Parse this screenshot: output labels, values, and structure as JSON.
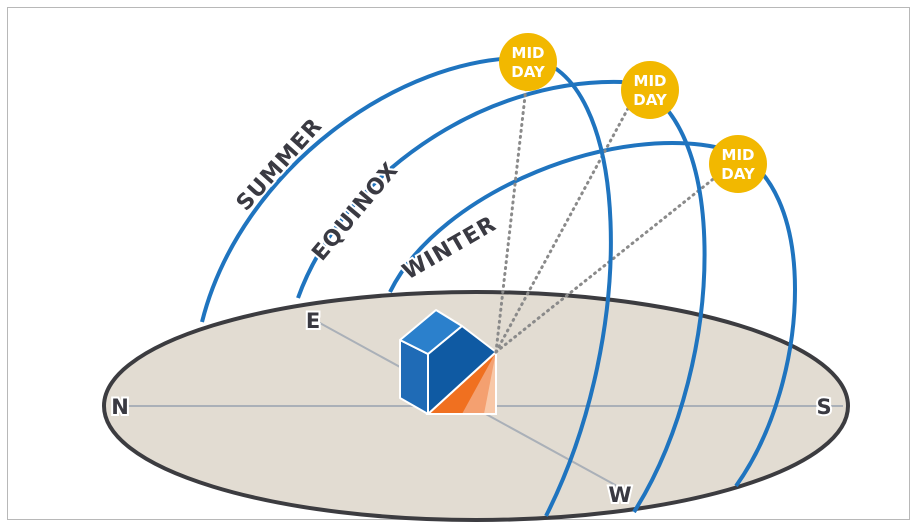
{
  "colors": {
    "arc": "#1f74bf",
    "ground_fill": "#e2dcd2",
    "ground_stroke": "#3c3c40",
    "sun": "#f2b800",
    "sun_text": "#ffffff",
    "label_text": "#3a3a42",
    "ray": "#8a8a8a",
    "house_front": "#1f6bb6",
    "house_side": "#0f5aa3",
    "house_roof": "#2b80cc",
    "shadow_dark": "#f07020",
    "shadow_mid": "#f4a070",
    "shadow_light": "#f8c8a8",
    "axis": "#aab0b8"
  },
  "paths": {
    "summer": "SUMMER",
    "equinox": "EQUINOX",
    "winter": "WINTER"
  },
  "suns": [
    {
      "line1": "MID",
      "line2": "DAY"
    },
    {
      "line1": "MID",
      "line2": "DAY"
    },
    {
      "line1": "MID",
      "line2": "DAY"
    }
  ],
  "compass": {
    "north": "N",
    "south": "S",
    "east": "E",
    "west": "W"
  }
}
